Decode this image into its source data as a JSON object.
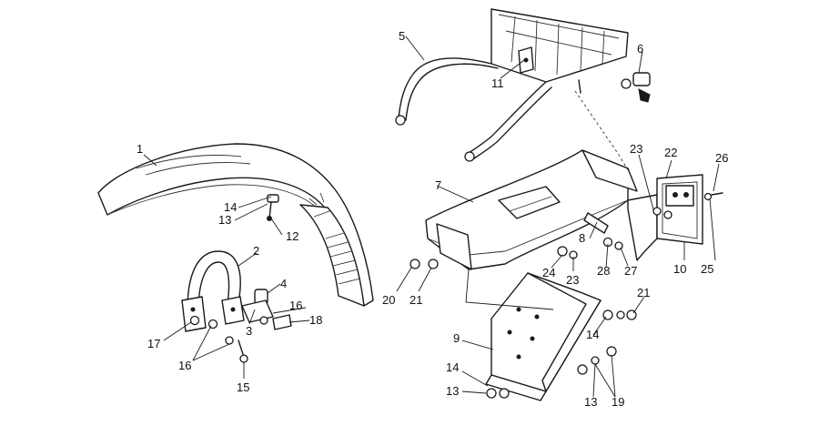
{
  "callouts": [
    {
      "id": "c1",
      "text": "1"
    },
    {
      "id": "c2",
      "text": "2"
    },
    {
      "id": "c3",
      "text": "3"
    },
    {
      "id": "c4",
      "text": "4"
    },
    {
      "id": "c5",
      "text": "5"
    },
    {
      "id": "c6",
      "text": "6"
    },
    {
      "id": "c7",
      "text": "7"
    },
    {
      "id": "c8",
      "text": "8"
    },
    {
      "id": "c9",
      "text": "9"
    },
    {
      "id": "c10",
      "text": "10"
    },
    {
      "id": "c11",
      "text": "11"
    },
    {
      "id": "c12",
      "text": "12"
    },
    {
      "id": "c13a",
      "text": "13"
    },
    {
      "id": "c13b",
      "text": "13"
    },
    {
      "id": "c13c",
      "text": "13"
    },
    {
      "id": "c14a",
      "text": "14"
    },
    {
      "id": "c14b",
      "text": "14"
    },
    {
      "id": "c14c",
      "text": "14"
    },
    {
      "id": "c15",
      "text": "15"
    },
    {
      "id": "c16a",
      "text": "16"
    },
    {
      "id": "c16b",
      "text": "16"
    },
    {
      "id": "c17",
      "text": "17"
    },
    {
      "id": "c18",
      "text": "18"
    },
    {
      "id": "c19",
      "text": "19"
    },
    {
      "id": "c20",
      "text": "20"
    },
    {
      "id": "c21a",
      "text": "21"
    },
    {
      "id": "c21b",
      "text": "21"
    },
    {
      "id": "c22",
      "text": "22"
    },
    {
      "id": "c23a",
      "text": "23"
    },
    {
      "id": "c23b",
      "text": "23"
    },
    {
      "id": "c24",
      "text": "24"
    },
    {
      "id": "c25",
      "text": "25"
    },
    {
      "id": "c26",
      "text": "26"
    },
    {
      "id": "c27",
      "text": "27"
    },
    {
      "id": "c28",
      "text": "28"
    }
  ]
}
